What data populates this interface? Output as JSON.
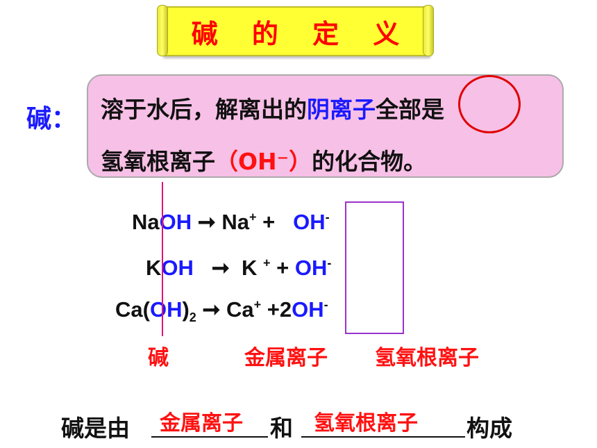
{
  "title": "碱 的 定 义",
  "definition": {
    "label": "碱：",
    "line1_a": "溶于水后，解离出的",
    "line1_b": "阴离子",
    "line1_c": "全部",
    "line1_d": "是",
    "line2_a": "氢氧根离子",
    "line2_b": "（OH⁻）",
    "line2_c": "的化合物。"
  },
  "equations": [
    {
      "metal": "Na",
      "oh": "OH",
      "arrow": "➞",
      "ion": "Na",
      "ion_charge": "+",
      "plus": " + ",
      "coef": "",
      "oh_ion": "OH",
      "oh_charge": "-"
    },
    {
      "metal": "K",
      "oh": "OH",
      "arrow": "➞",
      "ion": "K",
      "ion_charge": "+",
      "plus": " + ",
      "coef": "",
      "oh_ion": "OH",
      "oh_charge": "-"
    },
    {
      "metal": "Ca(",
      "oh": "OH",
      "close": ")",
      "sub": "2",
      "arrow": "➞",
      "ion": "Ca",
      "ion_charge": "+",
      "plus": " +",
      "coef": "2",
      "oh_ion": "OH",
      "oh_charge": "-"
    }
  ],
  "labels": {
    "base": "碱",
    "metal_ion": "金属离子",
    "hydroxide_ion": "氢氧根离子"
  },
  "summary": {
    "part1": "碱是由",
    "blank1": "金属离子",
    "part2": "和",
    "blank2": "氢氧根离子",
    "part3": "构成"
  }
}
